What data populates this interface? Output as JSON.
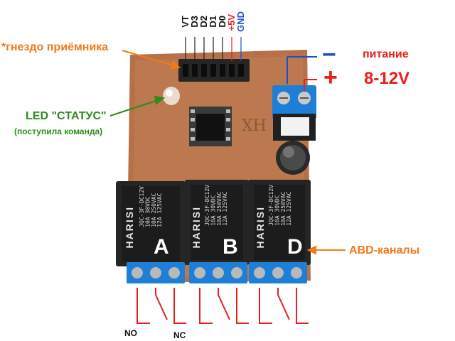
{
  "labels": {
    "receiver_socket": "*гнездо приёмника",
    "led_status": "LED \"СТАТУС\"",
    "led_status_note": "(поступила команда)",
    "power": "питание",
    "power_voltage": "8-12V",
    "minus": "−",
    "plus": "+",
    "channels": "ABD-каналы",
    "no": "NO",
    "nc": "NC",
    "pcb_mark": "XH"
  },
  "pins": [
    "VT",
    "D3",
    "D2",
    "D1",
    "D0",
    "+5V",
    "GND"
  ],
  "relays": [
    {
      "letter": "A",
      "brand": "HARISI",
      "spec": "JQC-3F-DC12V\n10A 30VDC\n10A 250VAC\n12A 125VAC"
    },
    {
      "letter": "B",
      "brand": "HARISI",
      "spec": "JQC-3F-DC12V\n10A 30VDC\n10A 250VAC\n12A 125VAC"
    },
    {
      "letter": "D",
      "brand": "HARISI",
      "spec": "JQC-3F-DC12V\n10A 30VDC\n10A 250VAC\n12A 125VAC"
    }
  ],
  "colors": {
    "label_orange": "#f07a1a",
    "label_green": "#2e8b1e",
    "label_red": "#e8201a",
    "label_blue": "#1f4fc8",
    "pcb": "#b9734a",
    "relay": "#242424",
    "terminal": "#1f7fd6"
  }
}
